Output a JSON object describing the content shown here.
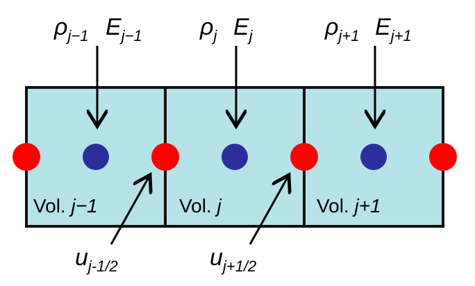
{
  "cells": [
    {
      "id": "j-1",
      "rho": {
        "base": "ρ",
        "sub": "j−1"
      },
      "energy": {
        "base": "E",
        "sub": "j−1"
      },
      "volume": {
        "prefix": "Vol. ",
        "index": "j−1"
      }
    },
    {
      "id": "j",
      "rho": {
        "base": "ρ",
        "sub": "j"
      },
      "energy": {
        "base": "E",
        "sub": "j"
      },
      "volume": {
        "prefix": "Vol. ",
        "index": "j"
      }
    },
    {
      "id": "j+1",
      "rho": {
        "base": "ρ",
        "sub": "j+1"
      },
      "energy": {
        "base": "E",
        "sub": "j+1"
      },
      "volume": {
        "prefix": "Vol. ",
        "index": "j+1"
      }
    }
  ],
  "faces": [
    {
      "id": "j-1/2",
      "velocity": {
        "base": "u",
        "sub": "j-1/2"
      }
    },
    {
      "id": "j+1/2",
      "velocity": {
        "base": "u",
        "sub": "j+1/2"
      }
    }
  ],
  "colors": {
    "cell_fill": "#b5e3e8",
    "cell_stroke": "#111111",
    "center_node": "#2b2f9c",
    "face_node": "#ff0000",
    "arrow": "#000000",
    "text": "#000000"
  }
}
